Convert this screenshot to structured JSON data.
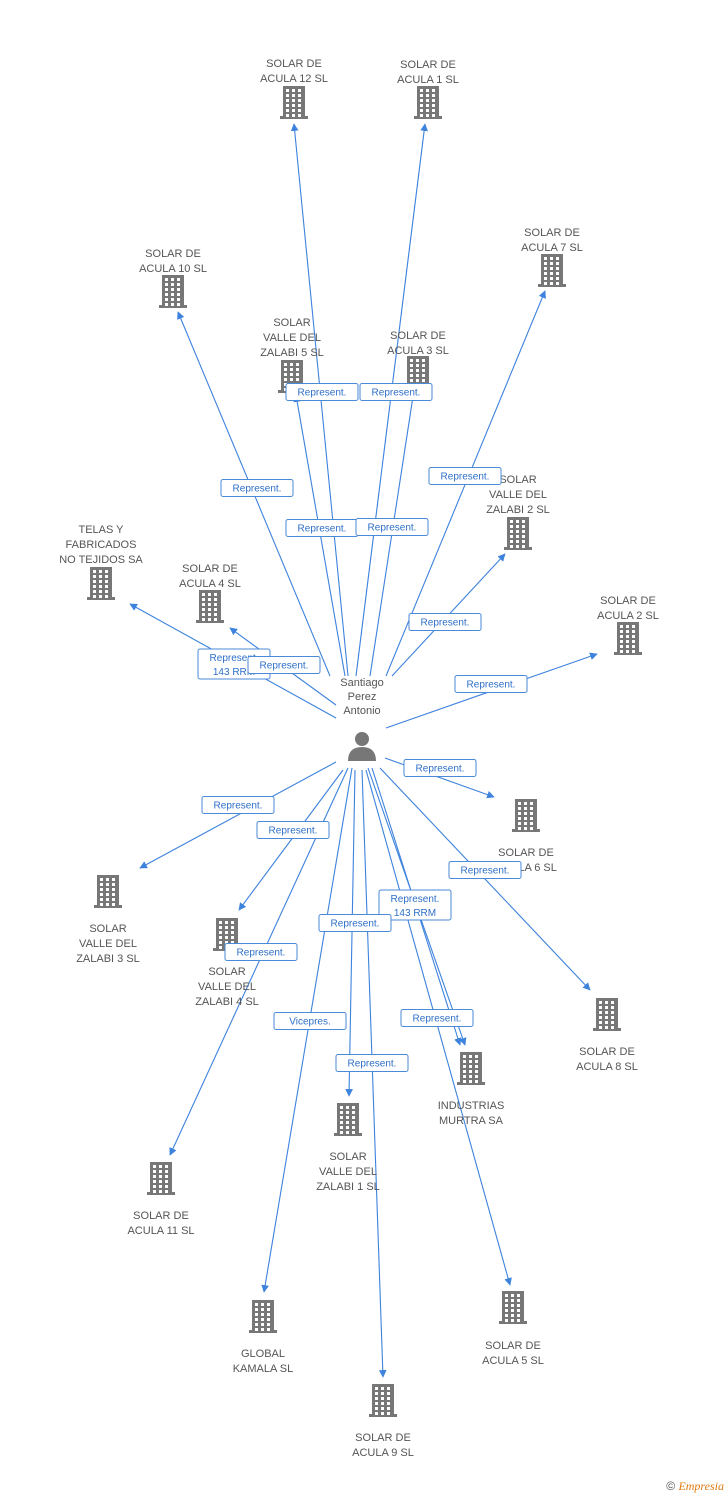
{
  "colors": {
    "edge": "#3d82dc",
    "label_text": "#2e6fc9",
    "node_text": "#555555",
    "icon": "#777777"
  },
  "center": {
    "lines": [
      "Santiago",
      "Perez",
      "Antonio"
    ],
    "icon": "person-icon"
  },
  "nodes": [
    {
      "id": "solar-acula-12",
      "lines": [
        "SOLAR DE",
        "ACULA 12 SL"
      ],
      "icon": "building-icon"
    },
    {
      "id": "solar-acula-1",
      "lines": [
        "SOLAR DE",
        "ACULA 1 SL"
      ],
      "icon": "building-icon"
    },
    {
      "id": "solar-acula-7",
      "lines": [
        "SOLAR DE",
        "ACULA 7 SL"
      ],
      "icon": "building-icon"
    },
    {
      "id": "solar-acula-10",
      "lines": [
        "SOLAR DE",
        "ACULA 10 SL"
      ],
      "icon": "building-icon"
    },
    {
      "id": "solar-valle-zalabi-5",
      "lines": [
        "SOLAR",
        "VALLE DEL",
        "ZALABI 5 SL"
      ],
      "icon": "building-icon"
    },
    {
      "id": "solar-acula-3",
      "lines": [
        "SOLAR DE",
        "ACULA 3 SL"
      ],
      "icon": "building-icon"
    },
    {
      "id": "solar-valle-zalabi-2",
      "lines": [
        "SOLAR",
        "VALLE DEL",
        "ZALABI 2 SL"
      ],
      "icon": "building-icon"
    },
    {
      "id": "telas-fabricados",
      "lines": [
        "TELAS Y",
        "FABRICADOS",
        "NO TEJIDOS SA"
      ],
      "icon": "building-icon"
    },
    {
      "id": "solar-acula-4",
      "lines": [
        "SOLAR DE",
        "ACULA 4 SL"
      ],
      "icon": "building-icon"
    },
    {
      "id": "solar-acula-2",
      "lines": [
        "SOLAR DE",
        "ACULA 2 SL"
      ],
      "icon": "building-icon"
    },
    {
      "id": "solar-acula-6",
      "lines": [
        "SOLAR DE",
        "ACULA 6 SL"
      ],
      "icon": "building-icon"
    },
    {
      "id": "solar-valle-zalabi-3",
      "lines": [
        "SOLAR",
        "VALLE DEL",
        "ZALABI 3 SL"
      ],
      "icon": "building-icon"
    },
    {
      "id": "solar-valle-zalabi-4",
      "lines": [
        "SOLAR",
        "VALLE DEL",
        "ZALABI 4 SL"
      ],
      "icon": "building-icon"
    },
    {
      "id": "solar-acula-8",
      "lines": [
        "SOLAR DE",
        "ACULA 8 SL"
      ],
      "icon": "building-icon"
    },
    {
      "id": "industrias-murtra",
      "lines": [
        "INDUSTRIAS",
        "MURTRA SA"
      ],
      "icon": "building-icon"
    },
    {
      "id": "solar-valle-zalabi-1",
      "lines": [
        "SOLAR",
        "VALLE DEL",
        "ZALABI 1 SL"
      ],
      "icon": "building-icon"
    },
    {
      "id": "solar-acula-11",
      "lines": [
        "SOLAR DE",
        "ACULA 11 SL"
      ],
      "icon": "building-icon"
    },
    {
      "id": "global-kamala",
      "lines": [
        "GLOBAL",
        "KAMALA SL"
      ],
      "icon": "building-icon"
    },
    {
      "id": "solar-acula-5",
      "lines": [
        "SOLAR DE",
        "ACULA 5 SL"
      ],
      "icon": "building-icon"
    },
    {
      "id": "solar-acula-9",
      "lines": [
        "SOLAR DE",
        "ACULA 9 SL"
      ],
      "icon": "building-icon"
    }
  ],
  "edges": [
    {
      "to": "solar-acula-12",
      "lines": [
        "Represent."
      ]
    },
    {
      "to": "solar-acula-1",
      "lines": [
        "Represent."
      ]
    },
    {
      "to": "solar-acula-7",
      "lines": [
        "Represent."
      ]
    },
    {
      "to": "solar-acula-10",
      "lines": [
        "Represent."
      ]
    },
    {
      "to": "solar-valle-zalabi-5",
      "lines": [
        "Represent."
      ]
    },
    {
      "to": "solar-acula-3",
      "lines": [
        "Represent."
      ]
    },
    {
      "to": "solar-valle-zalabi-2",
      "lines": [
        "Represent."
      ]
    },
    {
      "to": "telas-fabricados",
      "lines": [
        "Represent.",
        "143 RRM"
      ]
    },
    {
      "to": "solar-acula-4",
      "lines": [
        "Represent."
      ]
    },
    {
      "to": "solar-acula-2",
      "lines": [
        "Represent."
      ]
    },
    {
      "to": "solar-acula-6",
      "lines": [
        "Represent."
      ]
    },
    {
      "to": "solar-valle-zalabi-3",
      "lines": [
        "Represent."
      ]
    },
    {
      "to": "solar-valle-zalabi-4",
      "lines": [
        "Represent."
      ]
    },
    {
      "to": "solar-acula-8",
      "lines": [
        "Represent."
      ]
    },
    {
      "to": "industrias-murtra",
      "lines": [
        "Represent.",
        "143 RRM"
      ]
    },
    {
      "to": "industrias-murtra",
      "lines": [
        "Represent."
      ]
    },
    {
      "to": "solar-valle-zalabi-1",
      "lines": [
        "Represent."
      ]
    },
    {
      "to": "solar-acula-11",
      "lines": [
        "Represent."
      ]
    },
    {
      "to": "global-kamala",
      "lines": [
        "Vicepres."
      ]
    },
    {
      "to": "solar-acula-5",
      "lines": [
        "Represent."
      ]
    },
    {
      "to": "solar-acula-9",
      "lines": [
        "Represent."
      ]
    }
  ],
  "footer": {
    "copyright": "©",
    "brand": "Empresia"
  }
}
